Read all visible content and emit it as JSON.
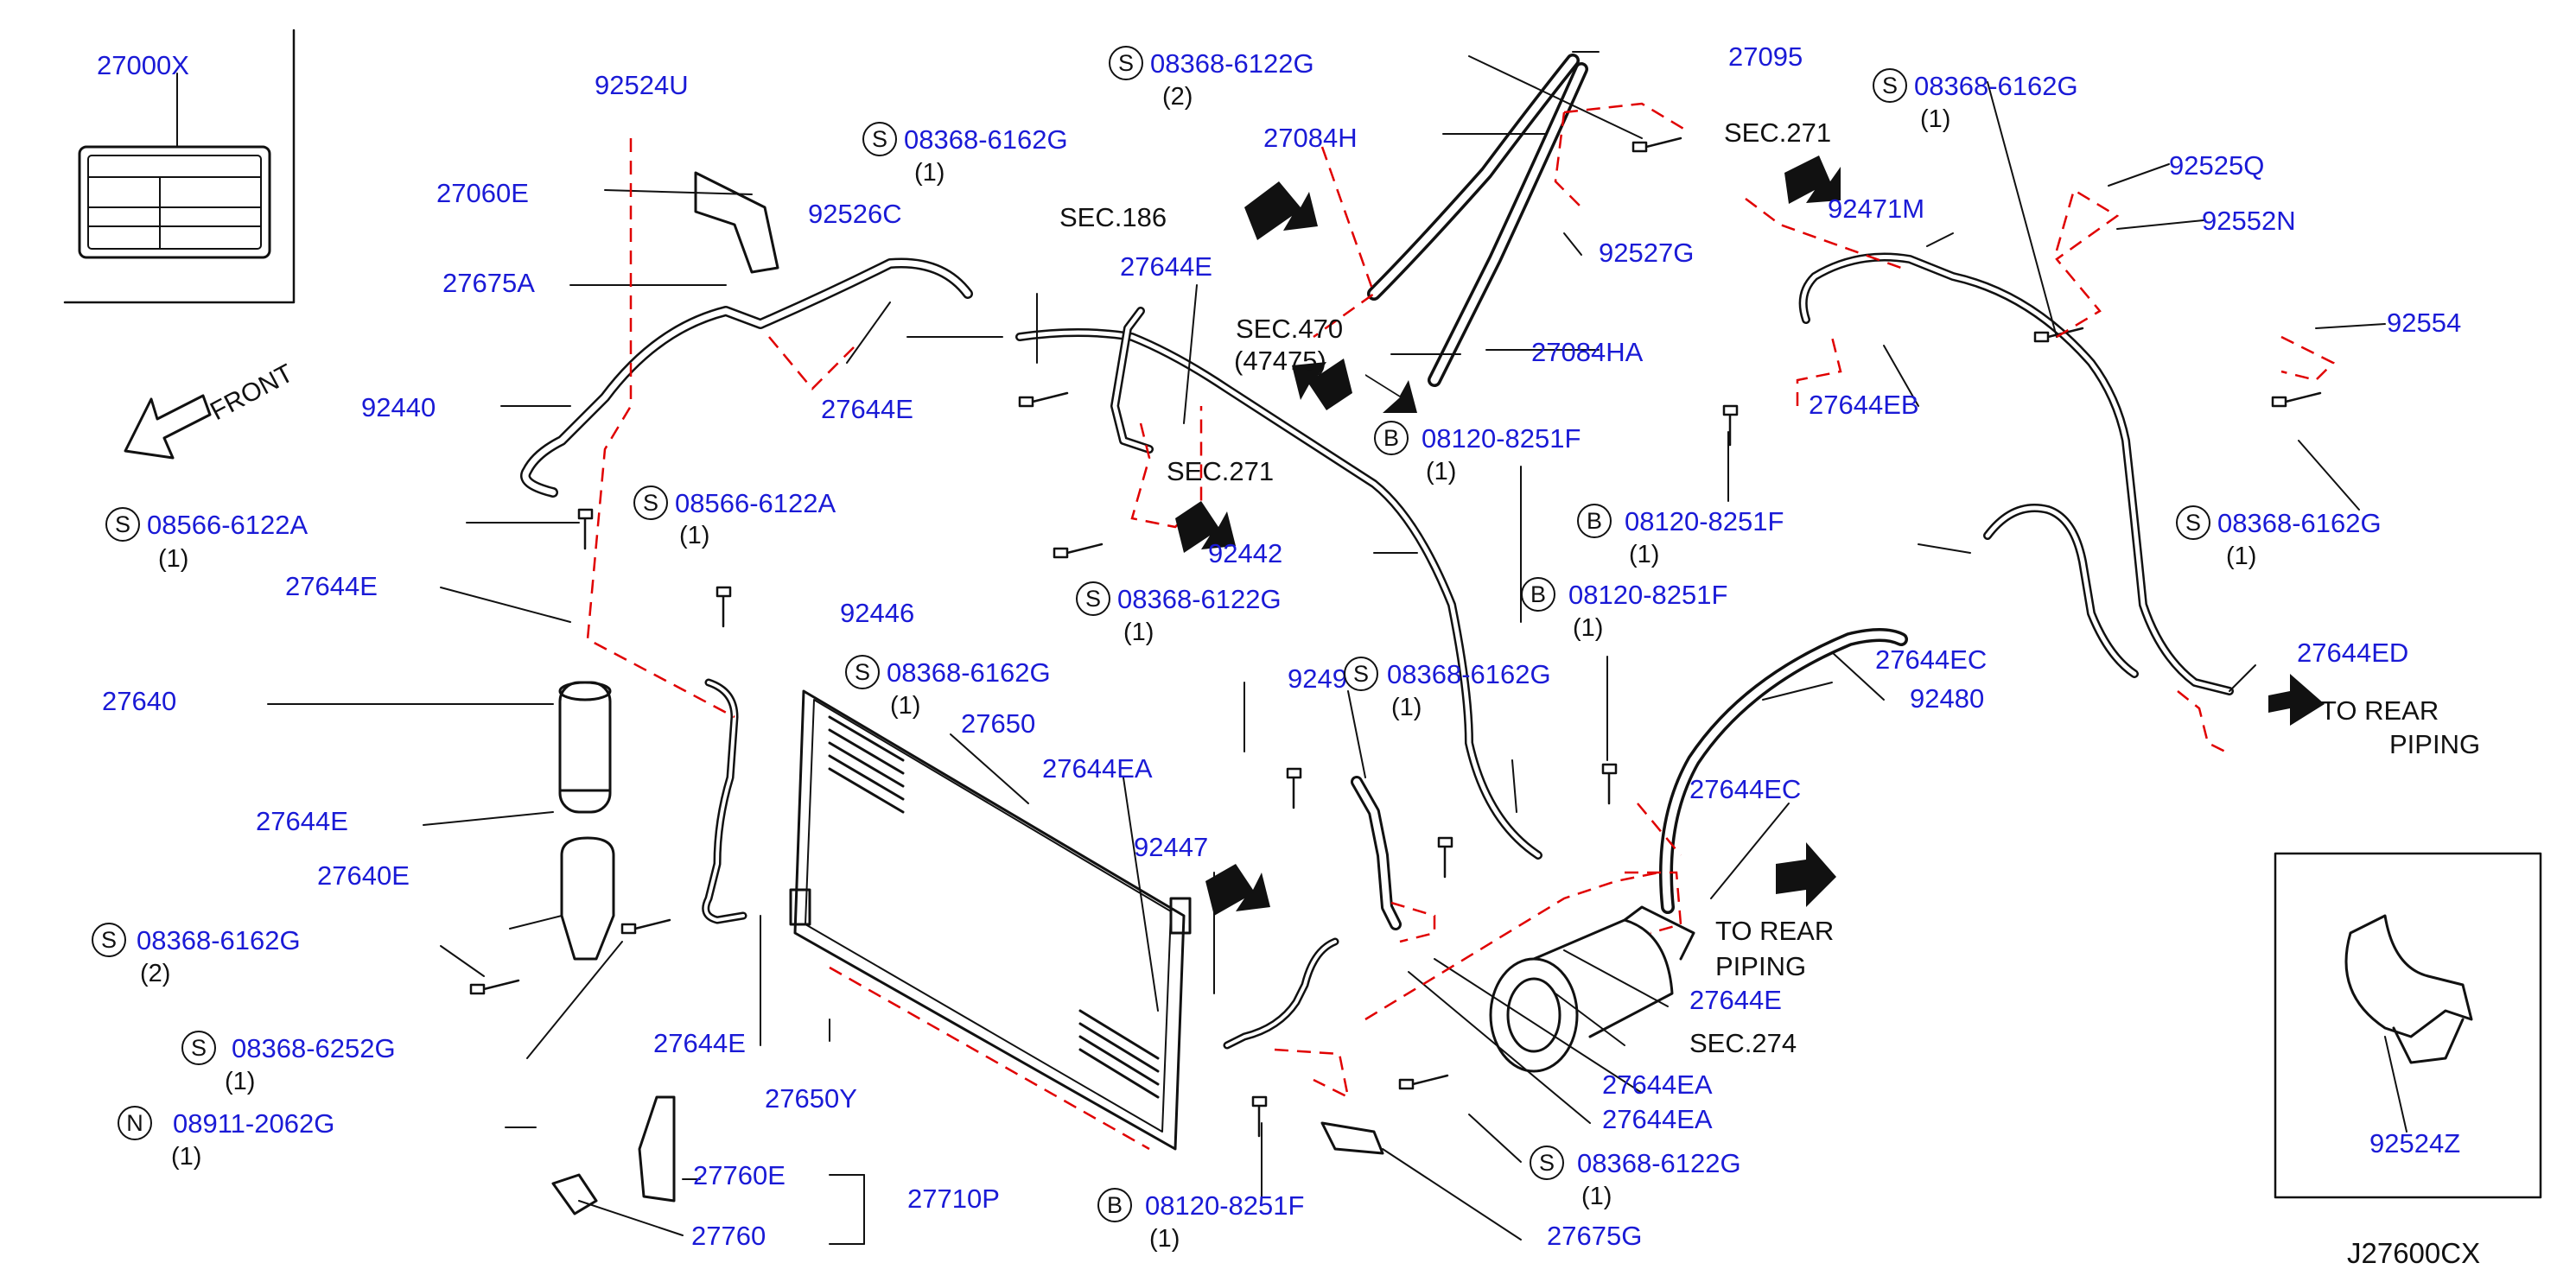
{
  "diagram_code": "J27600CX",
  "front_label": "FRONT",
  "parts": {
    "p27000X": "27000X",
    "p92524U": "92524U",
    "p27060E": "27060E",
    "p27675A": "27675A",
    "p92526C": "92526C",
    "p92440": "92440",
    "p27644E_a": "27644E",
    "p27644E_b": "27644E",
    "p27644E_c": "27644E",
    "p27644E_d": "27644E",
    "p27644E_e": "27644E",
    "p27644E_f": "27644E",
    "p27640": "27640",
    "p27640E": "27640E",
    "p27650": "27650",
    "p27644EA_a": "27644EA",
    "p27644EA_b": "27644EA",
    "p27644EA_c": "27644EA",
    "p92447": "92447",
    "p27650Y": "27650Y",
    "p27760E": "27760E",
    "p27760": "27760",
    "p27710P": "27710P",
    "p92446": "92446",
    "p92442": "92442",
    "p92490": "92490",
    "p27084H": "27084H",
    "p27084HA": "27084HA",
    "p27095": "27095",
    "p92527G": "92527G",
    "p92471M": "92471M",
    "p92525Q": "92525Q",
    "p92552N": "92552N",
    "p92554": "92554",
    "p27644EB": "27644EB",
    "p27644EC_a": "27644EC",
    "p27644EC_b": "27644EC",
    "p92480": "92480",
    "p27644ED": "27644ED",
    "p27675G": "27675G",
    "p92524Z": "92524Z"
  },
  "bolts": {
    "b1": {
      "prefix": "S",
      "part": "08566-6122A",
      "qty": "(1)"
    },
    "b2": {
      "prefix": "S",
      "part": "08566-6122A",
      "qty": "(1)"
    },
    "b3": {
      "prefix": "S",
      "part": "08368-6162G",
      "qty": "(1)"
    },
    "b4": {
      "prefix": "S",
      "part": "08368-6122G",
      "qty": "(2)"
    },
    "b5": {
      "prefix": "S",
      "part": "08368-6162G",
      "qty": "(1)"
    },
    "b6": {
      "prefix": "S",
      "part": "08368-6162G",
      "qty": "(1)"
    },
    "b7": {
      "prefix": "S",
      "part": "08368-6122G",
      "qty": "(1)"
    },
    "b8": {
      "prefix": "S",
      "part": "08368-6162G",
      "qty": "(1)"
    },
    "b9": {
      "prefix": "S",
      "part": "08368-6162G",
      "qty": "(2)"
    },
    "b10": {
      "prefix": "S",
      "part": "08368-6252G",
      "qty": "(1)"
    },
    "b11": {
      "prefix": "N",
      "part": "08911-2062G",
      "qty": "(1)"
    },
    "b12": {
      "prefix": "B",
      "part": "08120-8251F",
      "qty": "(1)"
    },
    "b13": {
      "prefix": "B",
      "part": "08120-8251F",
      "qty": "(1)"
    },
    "b14": {
      "prefix": "B",
      "part": "08120-8251F",
      "qty": "(1)"
    },
    "b15": {
      "prefix": "B",
      "part": "08120-8251F",
      "qty": "(1)"
    },
    "b16": {
      "prefix": "S",
      "part": "08368-6122G",
      "qty": "(1)"
    },
    "b17": {
      "prefix": "S",
      "part": "08368-6162G",
      "qty": "(1)"
    }
  },
  "sections": {
    "sec186": "SEC.186",
    "sec470": "SEC.470",
    "sec470sub": "(47475)",
    "sec271_a": "SEC.271",
    "sec271_b": "SEC.271",
    "sec274": "SEC.274",
    "rear1_a": "TO  REAR",
    "rear1_b": "PIPING",
    "rear2_a": "TO  REAR",
    "rear2_b": "PIPING"
  },
  "colors": {
    "label": "#1a1ad6",
    "line": "#111111",
    "dashed": "#e00000"
  }
}
